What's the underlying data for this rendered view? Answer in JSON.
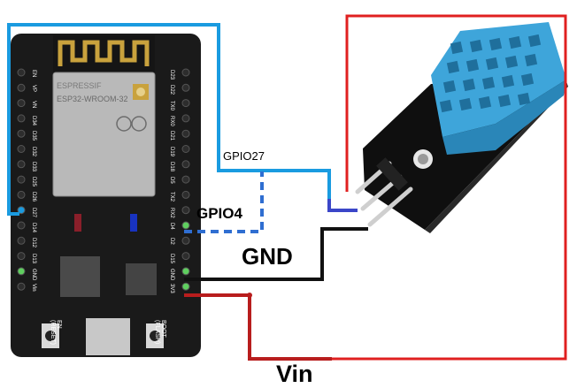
{
  "labels": {
    "gpio27": "GPIO27",
    "gpio4": "GPIO4",
    "gnd": "GND",
    "vin": "Vin"
  },
  "board": {
    "module_name": "ESP32-WROOM-32",
    "maker": "ESPRESSIF",
    "left_pins": [
      "EN",
      "VP",
      "VN",
      "D34",
      "D35",
      "D32",
      "D33",
      "D25",
      "D26",
      "D27",
      "D14",
      "D12",
      "D13",
      "GND",
      "Vin"
    ],
    "right_pins": [
      "D23",
      "D22",
      "TX0",
      "RX0",
      "D21",
      "D19",
      "D18",
      "D5",
      "TX2",
      "RX2",
      "D4",
      "D2",
      "D15",
      "GND",
      "3V3"
    ],
    "buttons": [
      {
        "line1": "EN",
        "line2": "(RESET)"
      },
      {
        "line1": "BOOT",
        "line2": "(FLASH)"
      }
    ]
  },
  "colors": {
    "wire_gpio27": "#1a9be0",
    "wire_gpio4": "#2f6ed1",
    "wire_sensor_data": "#3b46c8",
    "wire_gnd": "#111111",
    "wire_vin": "#b81d1d",
    "wire_sensor_vcc": "#e02020",
    "board": "#1a1a1a",
    "sensor_grid": "#3ea5da"
  }
}
